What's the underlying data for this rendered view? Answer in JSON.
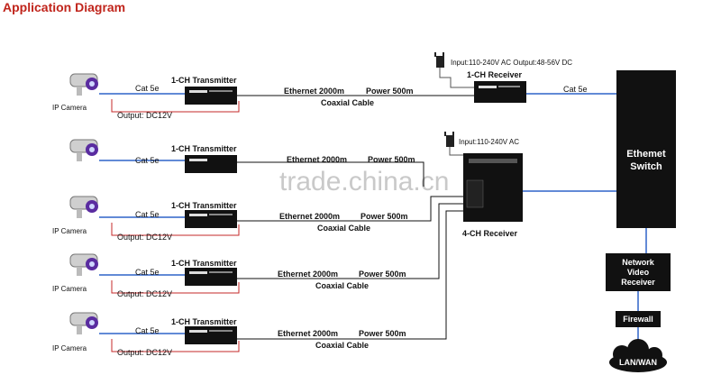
{
  "title": "Application Diagram",
  "watermark": "trade.china.cn",
  "colors": {
    "title": "#c0241b",
    "cable_blue": "#2f63c8",
    "cable_red": "#c62828",
    "device": "#111111"
  },
  "rows": [
    {
      "camera_label": "IP Camera",
      "cat5e": "Cat 5e",
      "transmitter": "1-CH Transmitter",
      "output": "Output: DC12V",
      "ethernet": "Ethernet 2000m",
      "power": "Power  500m",
      "coax": "Coaxial Cable"
    },
    {
      "camera_label": "",
      "cat5e": "Cat 5e",
      "transmitter": "1-CH Transmitter",
      "output": "",
      "ethernet": "Ethernet 2000m",
      "power": "Power  500m",
      "coax": ""
    },
    {
      "camera_label": "IP Camera",
      "cat5e": "Cat 5e",
      "transmitter": "1-CH Transmitter",
      "output": "Output: DC12V",
      "ethernet": "Ethernet 2000m",
      "power": "Power  500m",
      "coax": "Coaxial Cable"
    },
    {
      "camera_label": "IP Camera",
      "cat5e": "Cat 5e",
      "transmitter": "1-CH Transmitter",
      "output": "Output: DC12V",
      "ethernet": "Ethernet 2000m",
      "power": "Power  500m",
      "coax": "Coaxial Cable"
    },
    {
      "camera_label": "IP Camera",
      "cat5e": "Cat 5e",
      "transmitter": "1-CH Transmitter",
      "output": "Output: DC12V",
      "ethernet": "Ethernet 2000m",
      "power": "Power  500m",
      "coax": "Coaxial Cable"
    }
  ],
  "receiver1": {
    "input_label": "Input:110-240V AC  Output:48-56V DC",
    "label": "1-CH Receiver",
    "cat5e": "Cat 5e"
  },
  "receiver4": {
    "input_label": "Input:110-240V AC",
    "label": "4-CH Receiver"
  },
  "switch": {
    "label_line1": "Ethemet",
    "label_line2": "Switch"
  },
  "nvr": {
    "line1": "Network",
    "line2": "Video",
    "line3": "Receiver"
  },
  "firewall": "Firewall",
  "lanwan": "LAN/WAN"
}
